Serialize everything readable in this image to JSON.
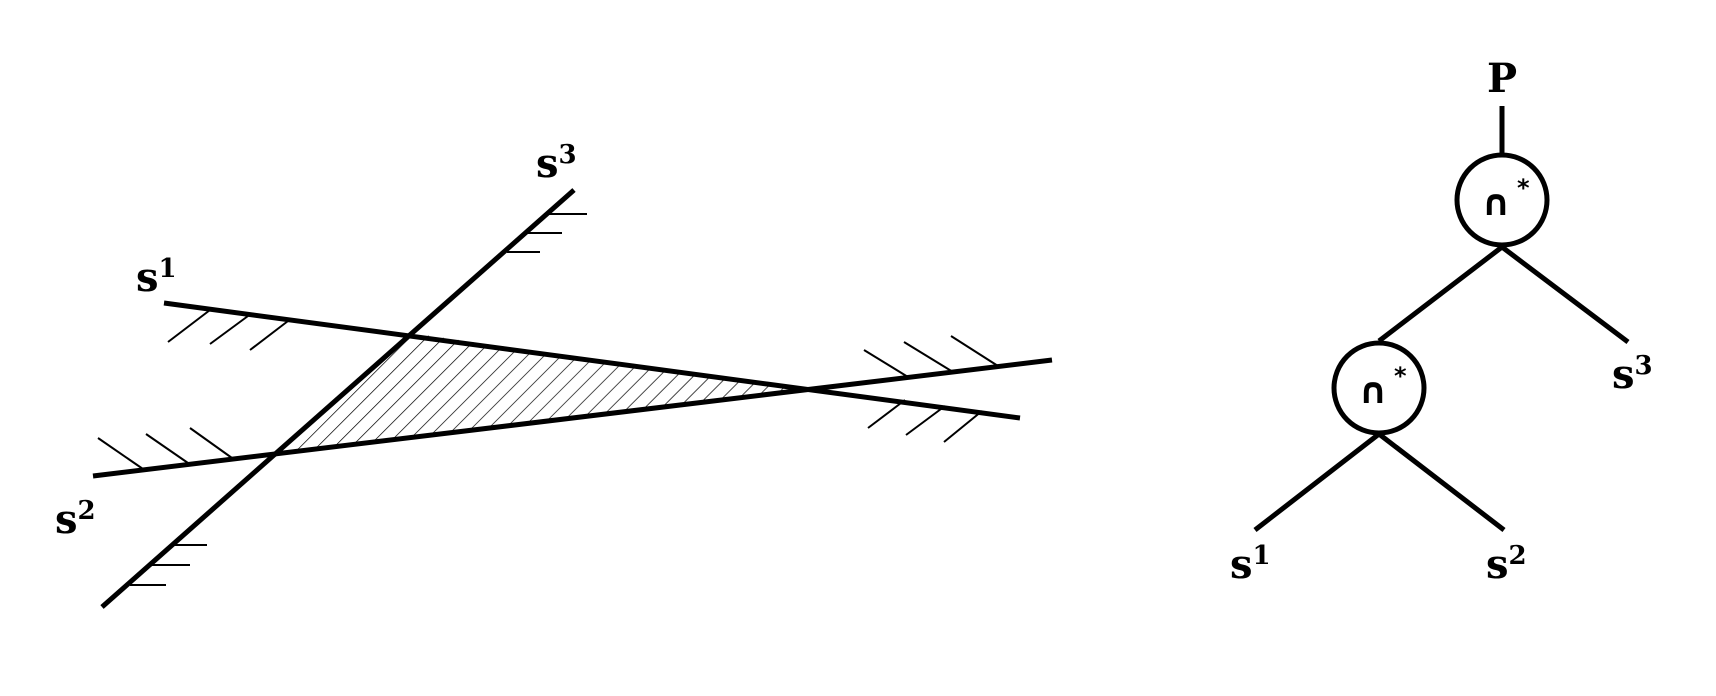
{
  "left_diagram": {
    "labels": {
      "s1": {
        "base": "s",
        "sup": "1"
      },
      "s2": {
        "base": "s",
        "sup": "2"
      },
      "s3": {
        "base": "s",
        "sup": "3"
      }
    }
  },
  "tree": {
    "root_label": "P",
    "operator_top": {
      "symbol": "∩",
      "star": "*"
    },
    "operator_bottom": {
      "symbol": "∩",
      "star": "*"
    },
    "leaves": {
      "s1": {
        "base": "s",
        "sup": "1"
      },
      "s2": {
        "base": "s",
        "sup": "2"
      },
      "s3": {
        "base": "s",
        "sup": "3"
      }
    }
  }
}
